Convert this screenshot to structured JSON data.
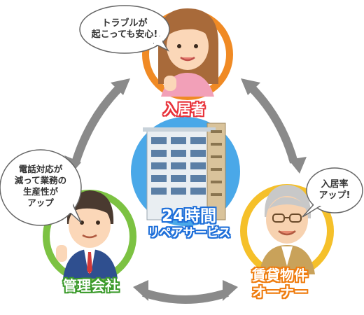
{
  "center": {
    "line1": "24時間",
    "line2": "リペアサービス"
  },
  "roles": {
    "resident": {
      "label": "入居者",
      "speech": [
        "トラブルが",
        "起こっても安心!"
      ]
    },
    "management": {
      "label": "管理会社",
      "speech": [
        "電話対応が",
        "減って業務の",
        "生産性が",
        "アップ"
      ]
    },
    "owner": {
      "label": [
        "賃貸物件",
        "オーナー"
      ],
      "speech": [
        "入居率",
        "アップ!"
      ]
    }
  },
  "colors": {
    "resident_ring": "#f08a24",
    "management_ring": "#7cc242",
    "owner_ring": "#f5c02a",
    "center_circle": "#4aa8e8",
    "arrows": "#8a8a8a",
    "label_resident": "#e8323a",
    "label_management": "#3a9a2a",
    "label_owner": "#ef7d10"
  },
  "icons": [
    "two-way-arrow-icon",
    "apartment-building-icon",
    "woman-icon",
    "businessman-icon",
    "elderly-man-icon"
  ]
}
